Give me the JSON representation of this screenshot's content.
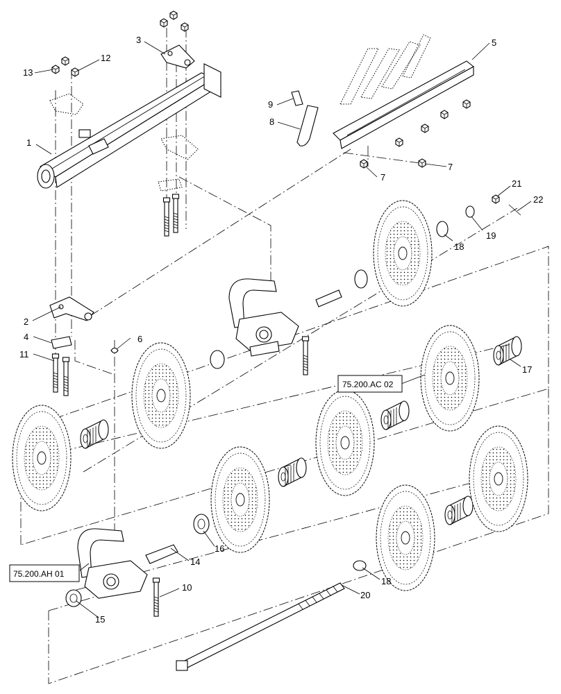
{
  "callouts": [
    {
      "id": "c1",
      "text": "1"
    },
    {
      "id": "c2",
      "text": "2"
    },
    {
      "id": "c3",
      "text": "3"
    },
    {
      "id": "c4",
      "text": "4"
    },
    {
      "id": "c5",
      "text": "5"
    },
    {
      "id": "c6",
      "text": "6"
    },
    {
      "id": "c7a",
      "text": "7"
    },
    {
      "id": "c7b",
      "text": "7"
    },
    {
      "id": "c8",
      "text": "8"
    },
    {
      "id": "c9",
      "text": "9"
    },
    {
      "id": "c10",
      "text": "10"
    },
    {
      "id": "c11",
      "text": "11"
    },
    {
      "id": "c12",
      "text": "12"
    },
    {
      "id": "c13",
      "text": "13"
    },
    {
      "id": "c14",
      "text": "14"
    },
    {
      "id": "c15",
      "text": "15"
    },
    {
      "id": "c16",
      "text": "16"
    },
    {
      "id": "c17",
      "text": "17"
    },
    {
      "id": "c18a",
      "text": "18"
    },
    {
      "id": "c18b",
      "text": "18"
    },
    {
      "id": "c19",
      "text": "19"
    },
    {
      "id": "c20",
      "text": "20"
    },
    {
      "id": "c21",
      "text": "21"
    },
    {
      "id": "c22",
      "text": "22"
    }
  ],
  "references": {
    "ac": "75.200.AC 02",
    "ah": "75.200.AH 01"
  },
  "colors": {
    "line": "#000000",
    "background": "#ffffff"
  }
}
